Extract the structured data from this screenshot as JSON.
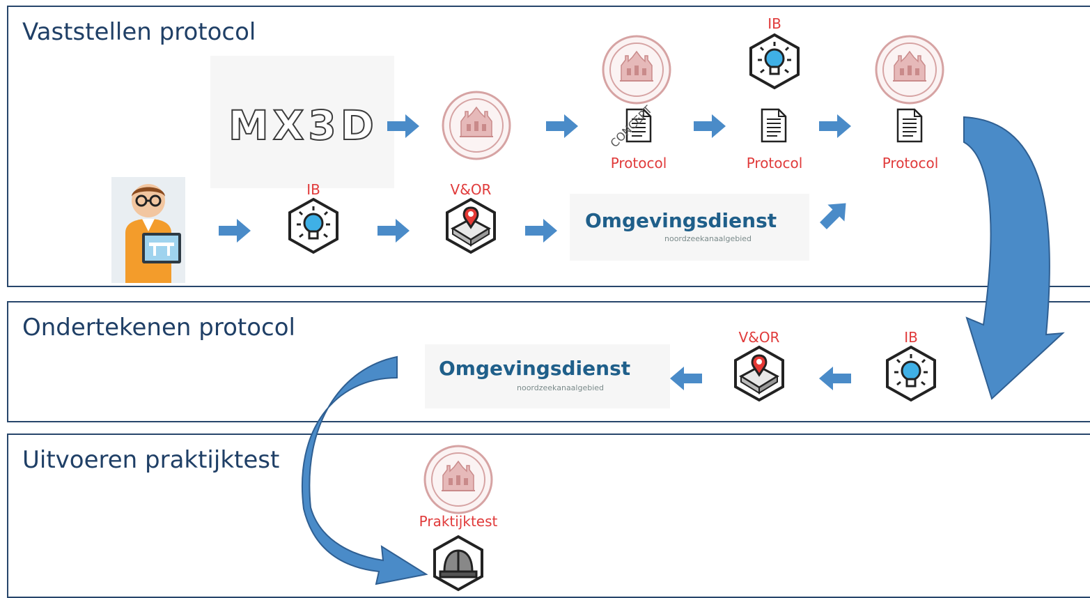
{
  "lanes": {
    "lane1": {
      "title": "Vaststellen protocol"
    },
    "lane2": {
      "title": "Ondertekenen protocol"
    },
    "lane3": {
      "title": "Uitvoeren praktijktest"
    }
  },
  "logos": {
    "mx3d": "MX3D",
    "omgevingsdienst_title": "Omgevingsdienst",
    "omgevingsdienst_sub": "noordzeekanaalgebied"
  },
  "labels": {
    "ib": "IB",
    "vor": "V&OR",
    "protocol": "Protocol",
    "concept": "CONCEPT",
    "praktijktest": "Praktijktest"
  },
  "colors": {
    "lane_border": "#27466b",
    "title_text": "#1f3f66",
    "label_red": "#e03a3a",
    "arrow_blue": "#4a8bc8",
    "curved_arrow": "#2f6aa3",
    "seal_red": "#c98a8a"
  },
  "icons": [
    "person-tablet-icon",
    "lightbulb-hex-icon",
    "map-pin-hex-icon",
    "document-icon",
    "university-seal-icon",
    "hard-hat-hex-icon"
  ]
}
